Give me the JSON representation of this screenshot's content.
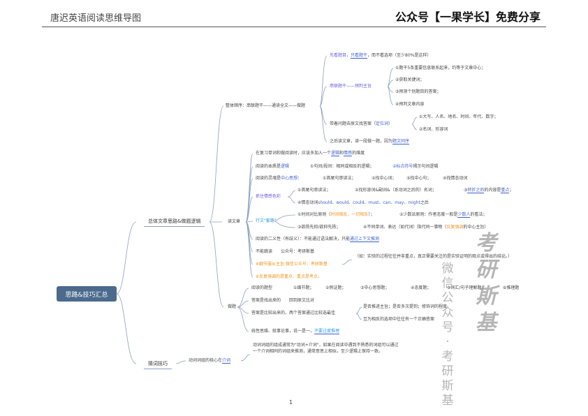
{
  "header": {
    "title": "唐迟英语阅读思维导图",
    "right": "公众号【一果学长】免费分享"
  },
  "page_number": "1",
  "root": "思路&技巧汇总",
  "n1": {
    "general": "总体文章思路&做题逻辑",
    "guess": "猜词技巧"
  },
  "n2": {
    "order": "整体顺序：串联题干——通读全文——做题",
    "read": "读文章",
    "do": "做题",
    "guess_core": "动词词组的核心在",
    "guess_core_link": "介词"
  },
  "order": {
    "first_a": "先看题目，",
    "first_b": "只看题干",
    "first_c": "，而不看选项（至少80%是这样）",
    "chain": "串联题干——预判主旨",
    "chain_items": [
      "①题干5条重要信息联系起来，约等于文章中心；",
      "②获取关键词；",
      "③预测个别题目的答案；",
      "④预判文章内容"
    ],
    "locate_a": "带着问题去原文找答案（",
    "locate_b": "定位词",
    "locate_c": "）",
    "locate_items": [
      "①大写、人名、地名、时间、年代、数字；",
      "②名词、形容词"
    ],
    "after_a": "之后读文章，读一段做一题，因为",
    "after_b": "题文同序"
  },
  "read": {
    "r1_a": "在复习单词和做阅读时，应该多加入一个",
    "r1_b": "逻辑",
    "r1_c": "和",
    "r1_d": "情感",
    "r1_e": "的维度",
    "r2_a": "阅读的本质是",
    "r2_b": "逻辑",
    "r2_c": "①句间/段间：相同或相反的逻辑；",
    "r2_d": "②标点符号",
    "r2_e": "揭示句间逻辑",
    "r3_a": "阅读的灵魂是",
    "r3_b": "中心思想",
    "r3_c": "：",
    "r3_items": [
      "①首尾句串读法；",
      "②找中心词；",
      "③找中心句；",
      "④找情态动词"
    ],
    "emotion": "抓住情感色彩",
    "e1_a": "①首尾句串读法；",
    "e1_b": "②找形容词&副词&（系动词之后的）名词；",
    "e1_c": "③",
    "e1_d": "转折之后",
    "e1_e": "的内容是",
    "e1_f": "重点",
    "e1_g": "；",
    "e2_a": "④情态动词",
    "e2_b": "should、would、could、must、can、may、might",
    "e2_c": "之后",
    "tongtao": "行文\"套路\"",
    "t1_a": "①时间对比原则（",
    "t1_b": "时间相反，一切相反",
    "t1_c": "）；",
    "t1_d": "②少数派原则：作者态度一般是",
    "t1_e": "少数人",
    "t1_f": "的看法；",
    "t2_a": "③欲扬先抑/欲抑先扬；",
    "t2_b": "④不同单词、表达（如代词）指代同一事物（",
    "t2_c": "反复强调",
    "t2_d": "的中心主旨）",
    "r4_a": "阅读的二义性（有歧义）：不能通过语法解决，只能",
    "r4_b": "通过上下文推测",
    "r5": "不能跳读",
    "r5_b": "公众号：考研斯基",
    "r6": "※细节服从主旨 微信公众号：考研斯基",
    "r6_note": "（如：实验的过程往往并非重点，真正需要关注的是实验证明的观点或得出的结论。）",
    "r7": "※反复强调的是重点、重点是考点。"
  },
  "do": {
    "types_label": "阅读的题型",
    "types": [
      "①细节题；",
      "②例证题；",
      "③中心思想题；",
      "④态度题；",
      "⑤词汇/句子理解题；",
      "⑥推理题"
    ],
    "d1_a": "答案是找出来的",
    "d1_b": "回到原文比对",
    "d2": "答案是比较出来的，两个答案通过比较选最佳",
    "d2_items": [
      "是否推进主旨；是否多次提到；修饰词的程度",
      "互为相反的选项中往往有一个正确答案"
    ],
    "d3_a": "线性思维、就事论事，说一是一，",
    "d3_b": "不要过度推理"
  },
  "guess": {
    "note": "动词词组的组成通常为\"动词+介词\"，如果在阅读中遇到不熟悉的词组可以通过一个介词相同的词组来推测，通常意思上相似，至少逻辑上保持一致。"
  },
  "watermark": {
    "big": "考研斯基",
    "small": "微信公众号·考研斯基"
  }
}
